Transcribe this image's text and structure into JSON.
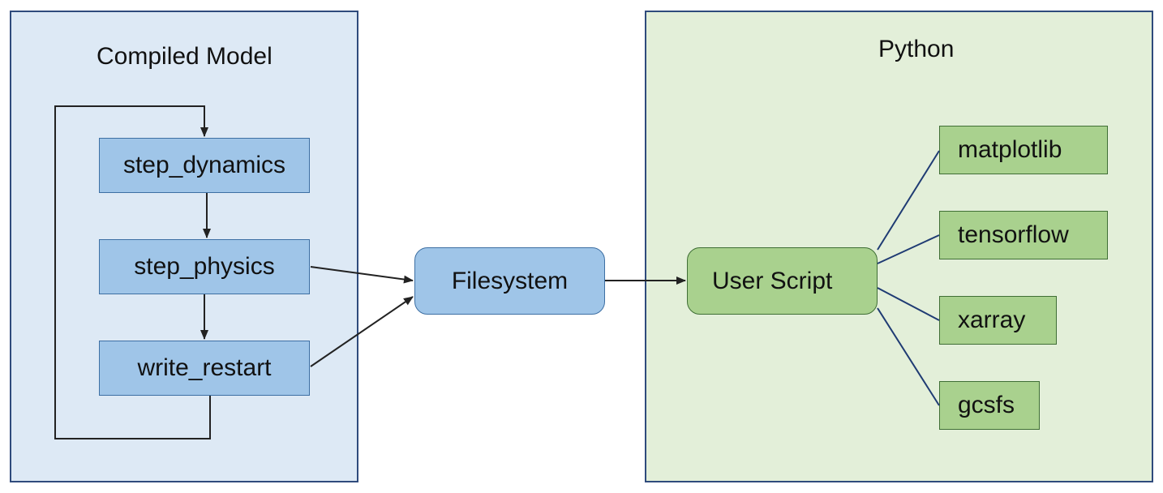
{
  "compiled_model": {
    "title": "Compiled Model",
    "steps": [
      "step_dynamics",
      "step_physics",
      "write_restart"
    ]
  },
  "filesystem": {
    "label": "Filesystem"
  },
  "python": {
    "title": "Python",
    "user_script": "User Script",
    "libraries": [
      "matplotlib",
      "tensorflow",
      "xarray",
      "gcsfs"
    ]
  },
  "colors": {
    "left_panel_bg": "#dde9f5",
    "right_panel_bg": "#e3efd9",
    "panel_border": "#2f4b7c",
    "blue_box": "#9fc5e8",
    "green_box": "#a9d18e",
    "arrow": "#222222",
    "link_line": "#1f3b73"
  }
}
